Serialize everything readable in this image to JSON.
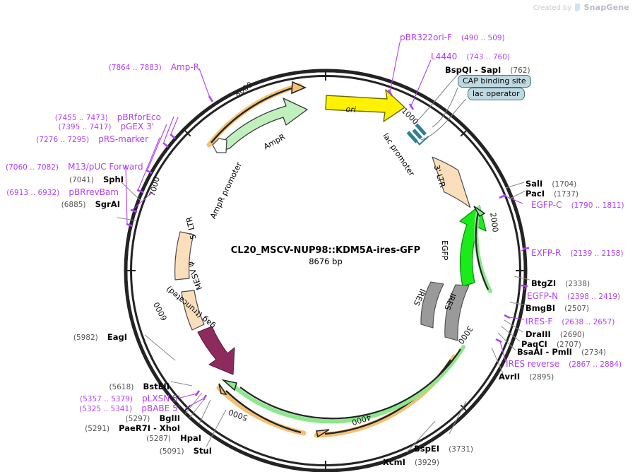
{
  "watermark": {
    "prefix": "Created by",
    "brand": "SnapGene",
    "icon": "snapgene-logo-icon"
  },
  "plasmid": {
    "name": "CL20_MSCV-NUP98::KDM5A-ires-GFP",
    "length_label": "8676 bp",
    "length_bp": 8676
  },
  "colors": {
    "primer_purple": "#b13ff3",
    "enzyme_black": "#000000",
    "position_gray": "#555555",
    "backbone": "#232323",
    "ampr_fill": "#bff0bd",
    "ori_fill": "#fff200",
    "ltr_fill": "#fbdfbc",
    "gag_fill": "#8e2b5e",
    "ires_fill": "#9a9a9a",
    "egfp_fill": "#1aec1a",
    "lac_teal": "#2e7f99",
    "tag_fill": "#bfd9e0",
    "orange_track": "#f5c072",
    "green_track": "#8ce88c"
  },
  "ruler_ticks": [
    {
      "label": "1000",
      "bp": 1000
    },
    {
      "label": "2000",
      "bp": 2000
    },
    {
      "label": "3000",
      "bp": 3000
    },
    {
      "label": "4000",
      "bp": 4000
    },
    {
      "label": "5000",
      "bp": 5000
    },
    {
      "label": "6000",
      "bp": 6000
    },
    {
      "label": "7000",
      "bp": 7000
    },
    {
      "label": "8000",
      "bp": 8000
    }
  ],
  "features": [
    {
      "name": "AmpR promoter",
      "type": "promoter",
      "color": "#ffffff"
    },
    {
      "name": "AmpR",
      "type": "cds",
      "color": "#bff0bd"
    },
    {
      "name": "ori",
      "type": "rep_origin",
      "color": "#fff200"
    },
    {
      "name": "lac promoter",
      "type": "promoter",
      "color": "#2e7f99"
    },
    {
      "name": "3' LTR",
      "type": "ltr",
      "color": "#fbdfbc"
    },
    {
      "name": "EGFP",
      "type": "cds",
      "color": "#1aec1a"
    },
    {
      "name": "IRES",
      "type": "misc",
      "color": "#9a9a9a"
    },
    {
      "name": "IRES",
      "type": "misc",
      "color": "#9a9a9a"
    },
    {
      "name": "5' LTR",
      "type": "ltr",
      "color": "#fbdfbc"
    },
    {
      "name": "MESV ψ",
      "type": "misc",
      "color": "#fbdfbc"
    },
    {
      "name": "gag (truncated)",
      "type": "cds",
      "color": "#8e2b5e"
    }
  ],
  "tag_boxes": [
    {
      "label": "CAP binding site"
    },
    {
      "label": "lac operator"
    }
  ],
  "labels_top": [
    {
      "name": "pBR322ori-F",
      "range": "(490 .. 509)",
      "kind": "primer"
    },
    {
      "name": "L4440",
      "range": "(743 .. 760)",
      "kind": "primer"
    },
    {
      "name": "BspQI  - SapI",
      "range": "(762)",
      "kind": "enzyme"
    }
  ],
  "labels_right": [
    {
      "name": "SalI",
      "range": "(1704)",
      "kind": "enzyme"
    },
    {
      "name": "PacI",
      "range": "(1737)",
      "kind": "enzyme"
    },
    {
      "name": "EGFP-C",
      "range": "(1790 .. 1811)",
      "kind": "primer"
    },
    {
      "name": "EXFP-R",
      "range": "(2139 .. 2158)",
      "kind": "primer"
    },
    {
      "name": "BtgZI",
      "range": "(2338)",
      "kind": "enzyme"
    },
    {
      "name": "EGFP-N",
      "range": "(2398 .. 2419)",
      "kind": "primer"
    },
    {
      "name": "BmgBI",
      "range": "(2507)",
      "kind": "enzyme"
    },
    {
      "name": "IRES-F",
      "range": "(2638 .. 2657)",
      "kind": "primer"
    },
    {
      "name": "DraIII",
      "range": "(2690)",
      "kind": "enzyme"
    },
    {
      "name": "PaqCI",
      "range": "(2707)",
      "kind": "enzyme"
    },
    {
      "name": "BsaAI  - PmlI",
      "range": "(2734)",
      "kind": "enzyme"
    },
    {
      "name": "IRES reverse",
      "range": "(2867 .. 2884)",
      "kind": "primer"
    },
    {
      "name": "AvrII",
      "range": "(2895)",
      "kind": "enzyme"
    }
  ],
  "labels_bottom": [
    {
      "name": "BspEI",
      "range": "(3731)",
      "kind": "enzyme"
    },
    {
      "name": "XcmI",
      "range": "(3929)",
      "kind": "enzyme"
    }
  ],
  "labels_bottom_left": [
    {
      "name": "StuI",
      "range": "(5091)",
      "kind": "enzyme"
    },
    {
      "name": "HpaI",
      "range": "(5287)",
      "kind": "enzyme"
    },
    {
      "name": "PaeR7I  - XhoI",
      "range": "(5291)",
      "kind": "enzyme"
    },
    {
      "name": "BglII",
      "range": "(5297)",
      "kind": "enzyme"
    },
    {
      "name": "pBABE 5'",
      "range": "(5325 .. 5341)",
      "kind": "primer"
    },
    {
      "name": "pLXSN 5'",
      "range": "(5357 .. 5379)",
      "kind": "primer"
    },
    {
      "name": "BstEII",
      "range": "(5618)",
      "kind": "enzyme"
    },
    {
      "name": "EagI",
      "range": "(5982)",
      "kind": "enzyme"
    }
  ],
  "labels_left": [
    {
      "name": "SgrAI",
      "range": "(6885)",
      "kind": "enzyme"
    },
    {
      "name": "pBRrevBam",
      "range": "(6913 .. 6932)",
      "kind": "primer"
    },
    {
      "name": "SphI",
      "range": "(7041)",
      "kind": "enzyme"
    },
    {
      "name": "M13/pUC Forward",
      "range": "(7060 .. 7082)",
      "kind": "primer"
    },
    {
      "name": "pRS-marker",
      "range": "(7276 .. 7295)",
      "kind": "primer"
    },
    {
      "name": "pGEX 3'",
      "range": "(7395 .. 7417)",
      "kind": "primer"
    },
    {
      "name": "pBRforEco",
      "range": "(7455 .. 7473)",
      "kind": "primer"
    },
    {
      "name": "Amp-R",
      "range": "(7864 .. 7883)",
      "kind": "primer"
    }
  ]
}
